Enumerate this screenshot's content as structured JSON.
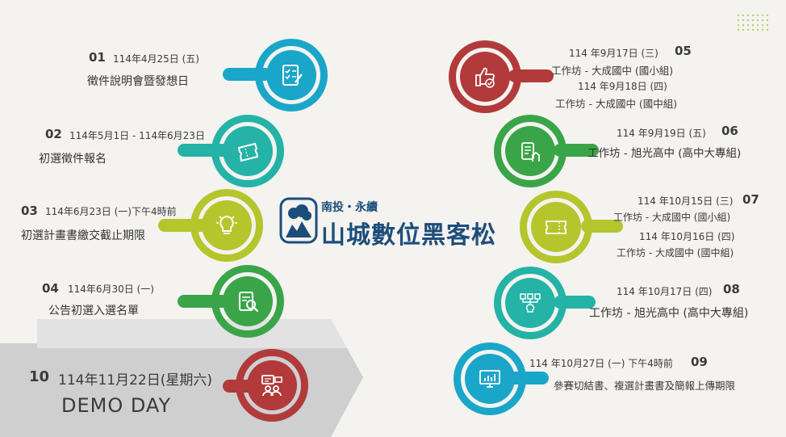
{
  "logo": {
    "subtitle": "南投・永續",
    "title": "山城數位黑客松"
  },
  "colors": {
    "cyan": "#1aa6c9",
    "teal": "#24b3a6",
    "lime": "#b4c62c",
    "green": "#3aa548",
    "red": "#b23a3a",
    "navy": "#1d4e7a",
    "grey_band": "#c9c9c9"
  },
  "items": [
    {
      "num": "01",
      "date": "114年4月25日 (五)",
      "desc": "徵件說明會暨發想日",
      "icon": "checklist-icon"
    },
    {
      "num": "02",
      "date": "114年5月1日 - 114年6月23日",
      "desc": "初選徵件報名",
      "icon": "ticket-icon"
    },
    {
      "num": "03",
      "date": "114年6月23日 (一)下午4時前",
      "desc": "初選計畫書繳交截止期限",
      "icon": "lightbulb-icon"
    },
    {
      "num": "04",
      "date": "114年6月30日 (一)",
      "desc": "公告初選入選名單",
      "icon": "document-search-icon"
    },
    {
      "num": "05",
      "date1": "114 年9月17日 (三)",
      "desc1": "工作坊 - 大成國中 (國小組)",
      "date2": "114 年9月18日 (四)",
      "desc2": "工作坊 - 大成國中 (國中組)",
      "icon": "thumbs-up-icon"
    },
    {
      "num": "06",
      "date": "114 年9月19日 (五)",
      "desc": "工作坊 - 旭光高中 (高中大專組)",
      "icon": "clipboard-hand-icon"
    },
    {
      "num": "07",
      "date1": "114 年10月15日 (三)",
      "desc1": "工作坊 - 大成國中 (國小組)",
      "date2": "114 年10月16日 (四)",
      "desc2": "工作坊 - 大成國中 (國中組)",
      "icon": "ticket-icon"
    },
    {
      "num": "08",
      "date": "114 年10月17日 (四)",
      "desc": "工作坊 - 旭光高中 (高中大專組)",
      "icon": "flowchart-idea-icon"
    },
    {
      "num": "09",
      "date": "114 年10月27日 (一) 下午4時前",
      "desc": "參賽切結書、複選計畫書及簡報上傳期限",
      "icon": "monitor-chart-icon"
    },
    {
      "num": "10",
      "date": "114年11月22日(星期六)",
      "desc": "DEMO DAY",
      "icon": "presentation-people-icon"
    }
  ]
}
